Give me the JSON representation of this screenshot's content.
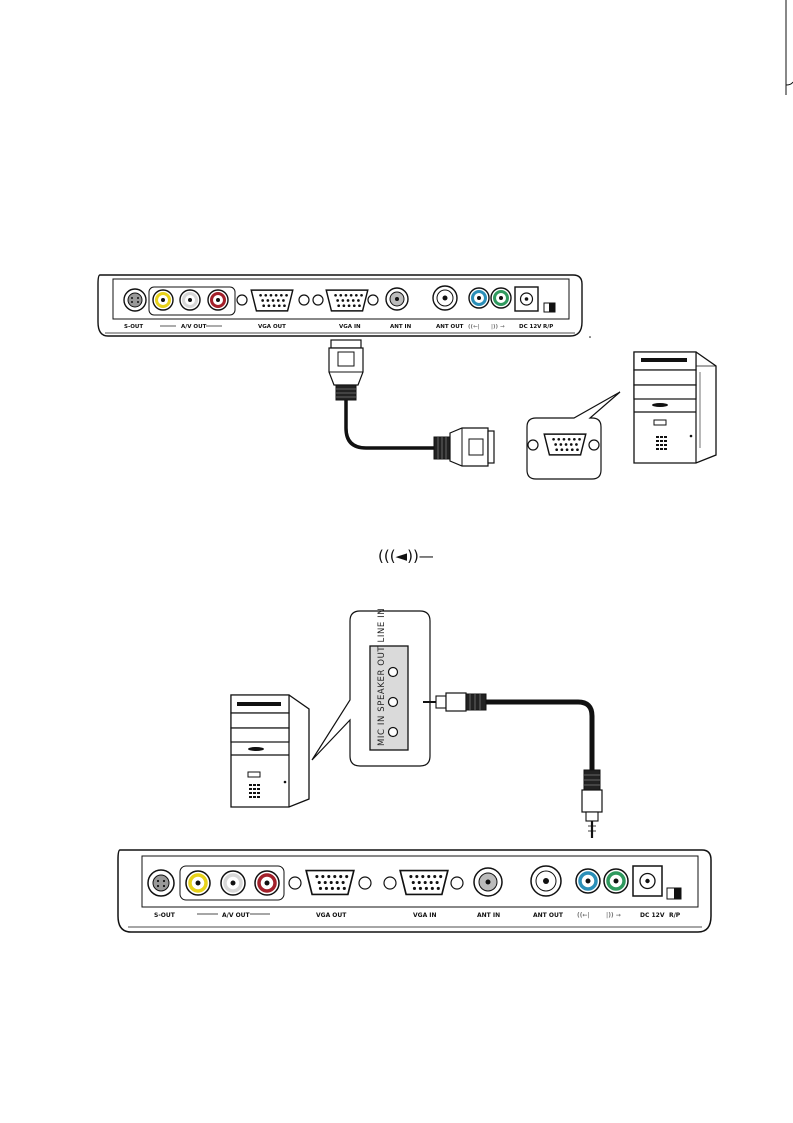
{
  "top_panel": {
    "labels": {
      "s_out": "S-OUT",
      "av_out": "A/V OUT",
      "vga_out": "VGA OUT",
      "vga_in": "VGA IN",
      "ant_in": "ANT IN",
      "ant_out": "ANT OUT",
      "audio_in": "((←|",
      "audio_out": "|)) →",
      "dc": "DC 12V",
      "rp": "R/P"
    }
  },
  "bottom_panel": {
    "labels": {
      "s_out": "S-OUT",
      "av_out": "A/V OUT",
      "vga_out": "VGA OUT",
      "vga_in": "VGA IN",
      "ant_in": "ANT IN",
      "ant_out": "ANT OUT",
      "audio_in": "((←|",
      "audio_out": "|)) →",
      "dc": "DC 12V",
      "rp": "R/P"
    }
  },
  "audio_symbol": "(((◄))—",
  "pc_audio_ports": {
    "text": "MIC IN  SPEAKER OUT  LINE IN"
  },
  "colors": {
    "yellow": "#e8d21a",
    "white": "#d8d8d8",
    "red": "#a3202a",
    "blue": "#2a8fb8",
    "green": "#2f9a5e",
    "outline": "#111111"
  }
}
